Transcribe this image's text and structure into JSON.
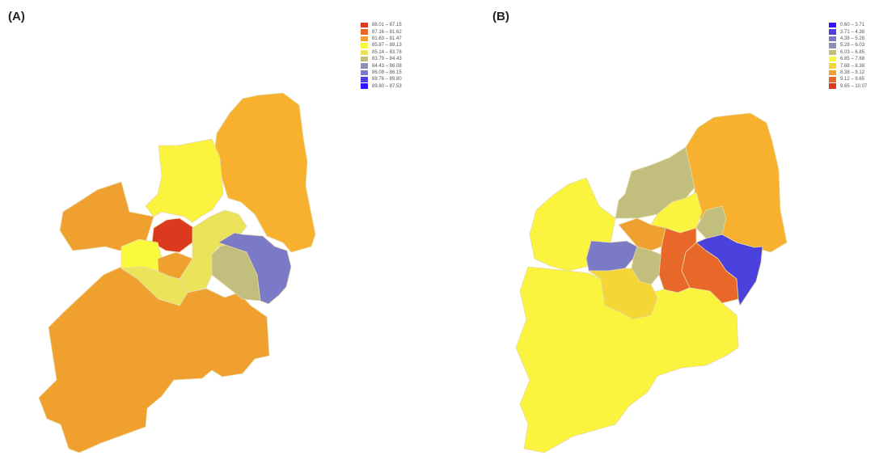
{
  "colors": {
    "red": "#dc3a1e",
    "orange_red": "#e8682a",
    "orange": "#f0a02e",
    "yellow": "#fafa3c",
    "light_yellow": "#ebe35a",
    "olive": "#c2bf7e",
    "gray_blue": "#8f8eb6",
    "slate_blue": "#7b7ac6",
    "blue_violet": "#4b41dc",
    "blue": "#3214ff",
    "gold": "#f7b12e",
    "bright_yellow": "#fbf43e",
    "dark_yellow": "#f4d636"
  },
  "panels": [
    {
      "label": "(A)",
      "legend": [
        {
          "text": "88.01 – 87.15",
          "color": "#dc3a1e"
        },
        {
          "text": "87.16 – 81.62",
          "color": "#e8682a"
        },
        {
          "text": "81.63 – 81.47",
          "color": "#f0a02e"
        },
        {
          "text": "85.87 – 89.13",
          "color": "#fafa3c"
        },
        {
          "text": "85.14 – 83.78",
          "color": "#ebe35a"
        },
        {
          "text": "83.79 – 84.43",
          "color": "#c2bf7e"
        },
        {
          "text": "84.43 – 86.08",
          "color": "#8f8eb6"
        },
        {
          "text": "86.09 – 86.15",
          "color": "#7b7ac6"
        },
        {
          "text": "88.76 – 89.80",
          "color": "#4b41dc"
        },
        {
          "text": "89.80 – 87.53",
          "color": "#3214ff"
        }
      ]
    },
    {
      "label": "(B)",
      "legend": [
        {
          "text": "0.60 – 3.71",
          "color": "#3214ff"
        },
        {
          "text": "3.71 – 4.38",
          "color": "#4b41dc"
        },
        {
          "text": "4.38 – 5.28",
          "color": "#7b7ac6"
        },
        {
          "text": "5.28 – 6.03",
          "color": "#8f8eb6"
        },
        {
          "text": "6.03 – 6.85",
          "color": "#c2bf7e"
        },
        {
          "text": "6.85 – 7.68",
          "color": "#fafa3c"
        },
        {
          "text": "7.68 – 8.38",
          "color": "#f4d636"
        },
        {
          "text": "8.38 – 9.12",
          "color": "#f0a02e"
        },
        {
          "text": "9.12 – 9.65",
          "color": "#e8682a"
        },
        {
          "text": "9.65 – 10.07",
          "color": "#dc3a1e"
        }
      ]
    }
  ]
}
